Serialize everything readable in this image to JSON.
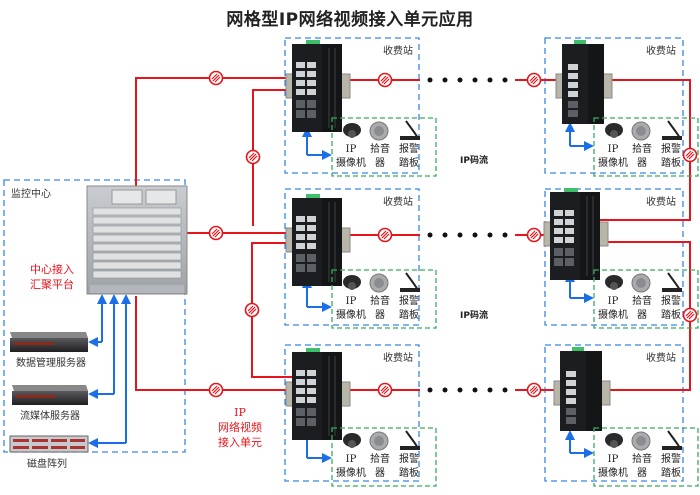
{
  "title": "网格型IP网络视频接入单元应用",
  "monitor_center": {
    "label": "监控中心",
    "core_label_line1": "中心接入",
    "core_label_line2": "汇聚平台",
    "servers": [
      {
        "label": "数据管理服务器",
        "icon": "rack-server-icon"
      },
      {
        "label": "流媒体服务器",
        "icon": "rack-server-icon"
      },
      {
        "label": "磁盘阵列",
        "icon": "disk-array-icon"
      }
    ]
  },
  "unit_label": {
    "line1": "IP",
    "line2": "网络视频",
    "line3": "接入单元"
  },
  "stations": [
    {
      "id": "r1c1",
      "label": "收费站",
      "switch": "12-port"
    },
    {
      "id": "r2c1",
      "label": "收费站",
      "switch": "12-port"
    },
    {
      "id": "r3c1",
      "label": "收费站",
      "switch": "12-port"
    },
    {
      "id": "r1c2",
      "label": "收费站",
      "switch": "6-port"
    },
    {
      "id": "r2c2",
      "label": "收费站",
      "switch": "12-port"
    },
    {
      "id": "r3c2",
      "label": "收费站",
      "switch": "6-port"
    }
  ],
  "endpoints": [
    {
      "line1": "IP",
      "line2": "摄像机",
      "icon": "dome-camera-icon"
    },
    {
      "line1": "拾音",
      "line2": "器",
      "icon": "microphone-icon"
    },
    {
      "line1": "报警",
      "line2": "踏板",
      "icon": "alarm-pedal-icon"
    }
  ],
  "stream_labels": [
    "IP码流",
    "IP码流"
  ],
  "colors": {
    "fiber": "#e8141b",
    "ethernet": "#1a6ee8",
    "zone_border": "#3a86e8",
    "endpoint_border": "#3aaa5c"
  }
}
